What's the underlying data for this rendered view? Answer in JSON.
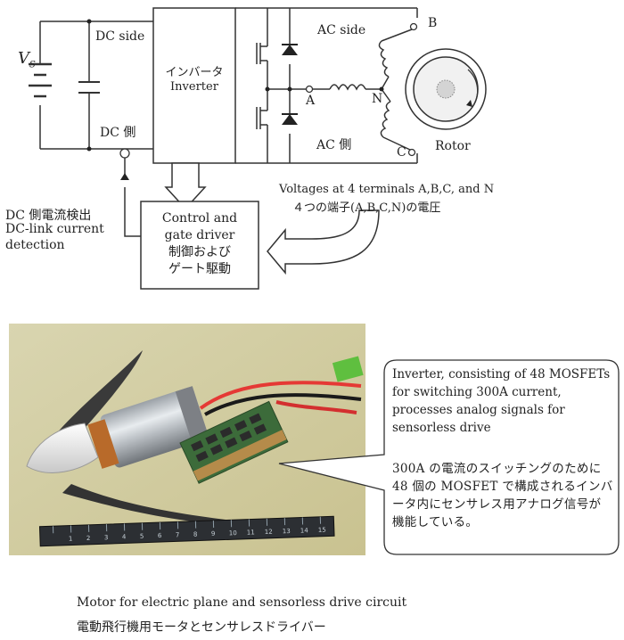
{
  "diagram": {
    "vs_label": "V",
    "vs_sub": "S",
    "dc_side": "DC side",
    "dc_side_jp": "DC 側",
    "ac_side": "AC side",
    "ac_side_jp": "AC 側",
    "inverter_jp": "インバータ",
    "inverter_en": "Inverter",
    "terminal_a": "A",
    "terminal_b": "B",
    "terminal_c": "C",
    "terminal_n": "N",
    "rotor": "Rotor",
    "voltages_en": "Voltages at 4 terminals A,B,C, and N",
    "voltages_jp": "４つの端子(A,B,C,N)の電圧",
    "dc_detect_jp": "DC 側電流検出",
    "dc_detect_en1": "DC-link current",
    "dc_detect_en2": "detection",
    "control_en1": "Control and",
    "control_en2": "gate driver",
    "control_jp1": "制御および",
    "control_jp2": "ゲート駆動"
  },
  "photo": {
    "ruler_numbers": [
      "1",
      "2",
      "3",
      "4",
      "5",
      "6",
      "7",
      "8",
      "9",
      "10",
      "11",
      "12",
      "13",
      "14",
      "15"
    ]
  },
  "callout": {
    "en": "Inverter, consisting of 48 MOSFETs for switching 300A current, processes analog signals for sensorless drive",
    "jp": "300A の電流のスイッチングのために 48 個の MOSFET で構成されるインバータ内にセンサレス用アナログ信号が機能している。"
  },
  "caption": {
    "en": "Motor for electric plane and sensorless drive circuit",
    "jp": "電動飛行機用モータとセンサレスドライバー"
  }
}
